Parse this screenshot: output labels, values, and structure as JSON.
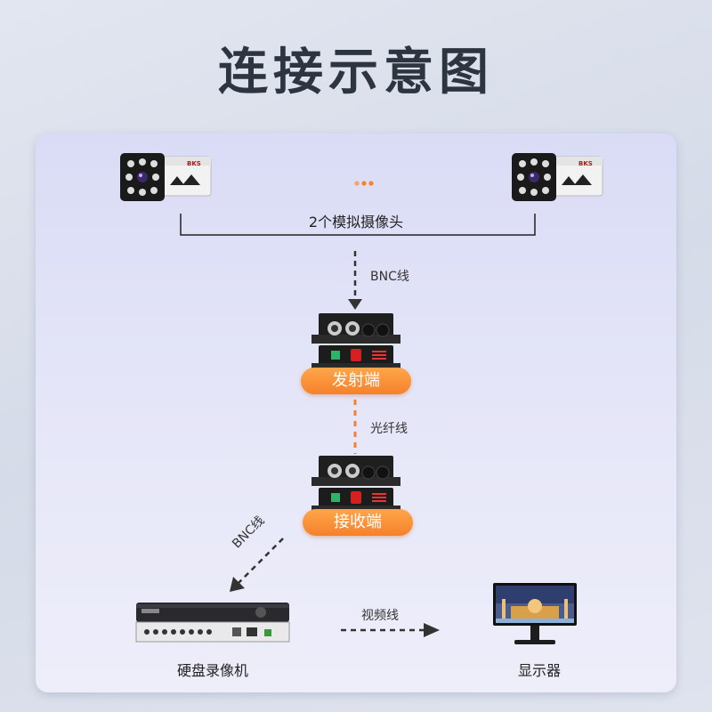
{
  "title": "连接示意图",
  "camera_group_label": "2个模拟摄像头",
  "ellipsis": "...",
  "bnc_label_top": "BNC线",
  "transmitter_label": "发射端",
  "fiber_label": "光纤线",
  "receiver_label": "接收端",
  "bnc_label_bottom": "BNC线",
  "dvr_label": "硬盘录像机",
  "video_cable_label": "视频线",
  "monitor_label": "显示器",
  "camera_logo_text": "BKS",
  "colors": {
    "accent_orange": "#f5812b",
    "title_color": "#2c3540",
    "line_color": "#222222"
  }
}
